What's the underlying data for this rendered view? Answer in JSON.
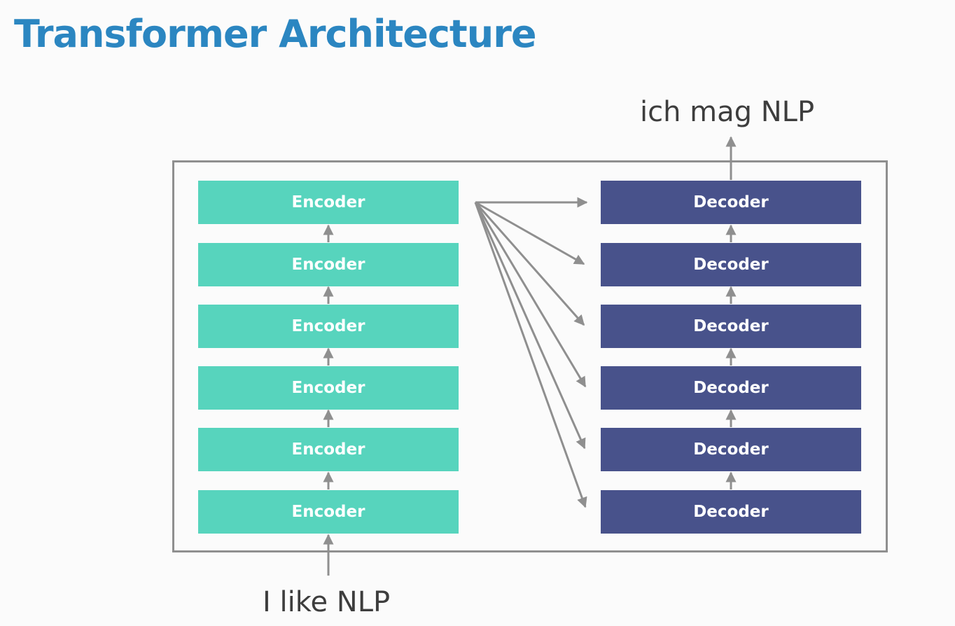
{
  "title": "Transformer Architecture",
  "colors": {
    "title": "#2b86c1",
    "encoder": "#57d4bd",
    "decoder": "#48528b",
    "arrow": "#8f8f8f",
    "frame": "#8f8f8f"
  },
  "input_label": "I like NLP",
  "output_label": "ich mag NLP",
  "encoders": [
    {
      "label": "Encoder"
    },
    {
      "label": "Encoder"
    },
    {
      "label": "Encoder"
    },
    {
      "label": "Encoder"
    },
    {
      "label": "Encoder"
    },
    {
      "label": "Encoder"
    }
  ],
  "decoders": [
    {
      "label": "Decoder"
    },
    {
      "label": "Decoder"
    },
    {
      "label": "Decoder"
    },
    {
      "label": "Decoder"
    },
    {
      "label": "Decoder"
    },
    {
      "label": "Decoder"
    }
  ]
}
